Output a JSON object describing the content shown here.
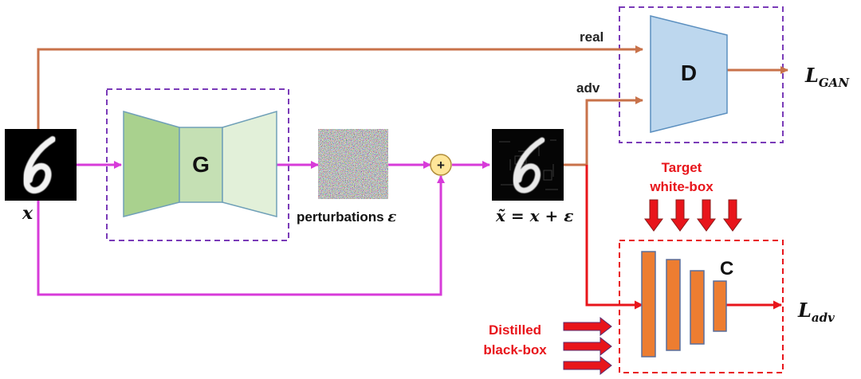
{
  "colors": {
    "copper": "#c8724a",
    "magenta": "#d73bd9",
    "red": "#e8151b",
    "purple_dash": "#7a3bb8",
    "red_dash": "#e8151b",
    "gen_dark": "#a9d18e",
    "gen_mid": "#c5e0b4",
    "gen_light": "#e2f0d9",
    "disc_fill": "#bdd7ee",
    "clf_fill": "#ed7d31",
    "adder_fill": "#ffe699"
  },
  "icons": {
    "input_digit": "digit-6-image",
    "perturbation": "noise-image",
    "adversarial_digit": "adversarial-digit-6-image",
    "adder": "plus-circle-icon",
    "white_box_arrows": "down-arrow-icon",
    "black_box_arrows": "right-arrow-icon"
  },
  "labels": {
    "input": "x",
    "generator": "G",
    "perturbations_text": "perturbations ",
    "perturbations_symbol": "ε",
    "adversarial_symbol": "x̃",
    "adversarial_equation": " = x + ε",
    "adder_sign": "+",
    "real": "real",
    "adv": "adv",
    "discriminator": "D",
    "classifier": "C",
    "loss_gan_main": "L",
    "loss_gan_sub": "GAN",
    "loss_adv_main": "L",
    "loss_adv_sub": "adv",
    "target_line1": "Target",
    "target_line2": "white-box",
    "distilled_line1": "Distilled",
    "distilled_line2": "black-box"
  }
}
